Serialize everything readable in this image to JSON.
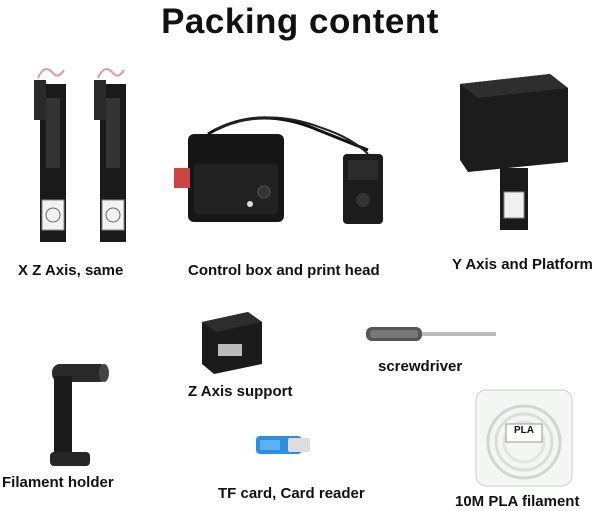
{
  "title": "Packing content",
  "items": {
    "xz_axis": {
      "caption": "X  Z Axis, same"
    },
    "control_box": {
      "caption": "Control box and print head"
    },
    "y_axis": {
      "caption": "Y Axis and Platform"
    },
    "z_support": {
      "caption": "Z Axis support"
    },
    "screwdriver": {
      "caption": "screwdriver"
    },
    "filament_holder": {
      "caption": "Filament holder"
    },
    "tf_card": {
      "caption": "TF card, Card reader"
    },
    "pla": {
      "caption": "10M PLA filament",
      "label": "PLA"
    }
  }
}
